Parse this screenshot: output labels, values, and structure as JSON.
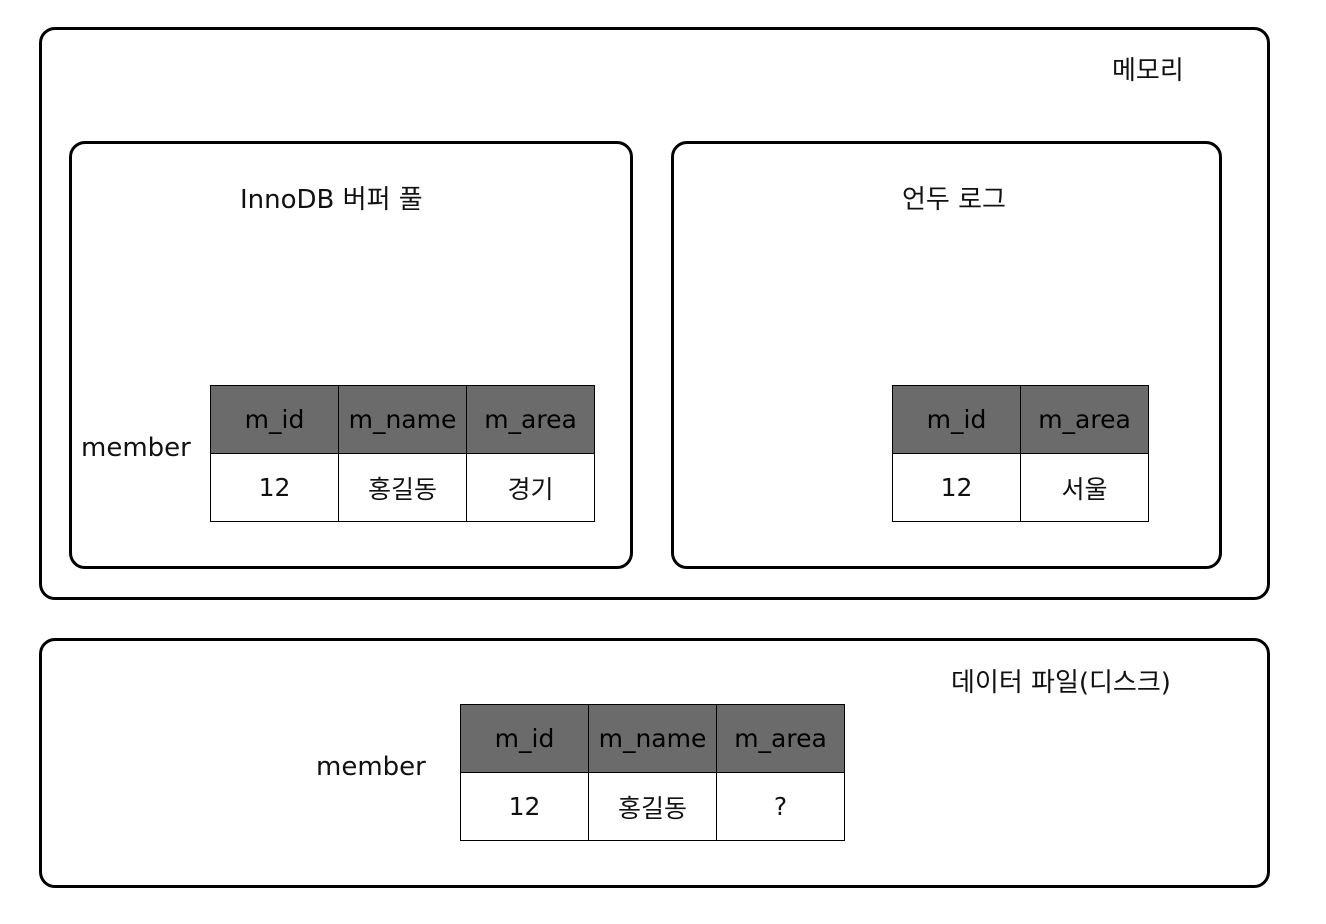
{
  "memory": {
    "label": "메모리",
    "buffer_pool": {
      "title": "InnoDB 버퍼 풀",
      "table_name": "member",
      "headers": [
        "m_id",
        "m_name",
        "m_area"
      ],
      "row": [
        "12",
        "홍길동",
        "경기"
      ]
    },
    "undo_log": {
      "title": "언두 로그",
      "headers": [
        "m_id",
        "m_area"
      ],
      "row": [
        "12",
        "서울"
      ]
    }
  },
  "data_file": {
    "label": "데이터 파일(디스크)",
    "table_name": "member",
    "headers": [
      "m_id",
      "m_name",
      "m_area"
    ],
    "row": [
      "12",
      "홍길동",
      "?"
    ]
  },
  "colors": {
    "header_bg": "#6b6b6b",
    "border": "#000000"
  }
}
